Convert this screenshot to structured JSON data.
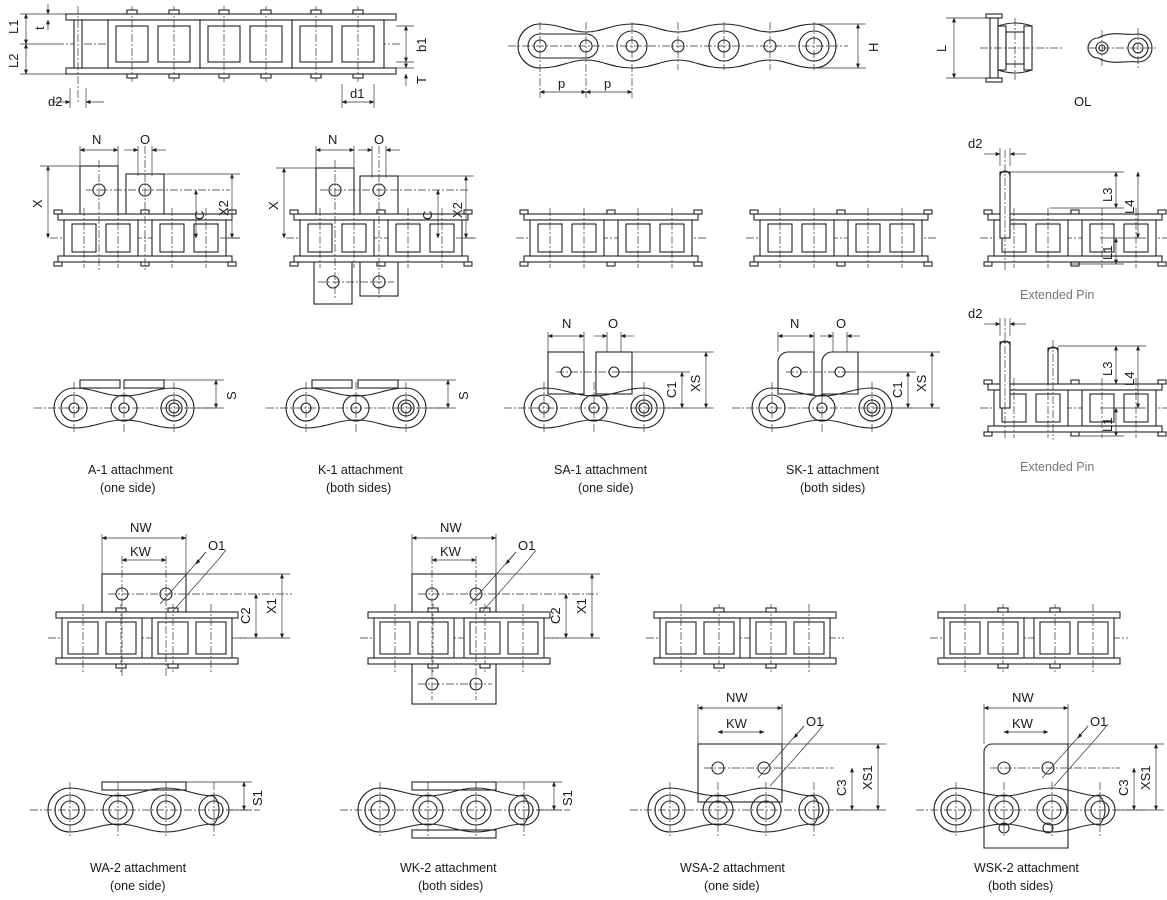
{
  "dims": {
    "L1": "L1",
    "L2": "L2",
    "t": "t",
    "b1": "b1",
    "T": "T",
    "d2": "d2",
    "d1": "d1",
    "p": "p",
    "H": "H",
    "L": "L",
    "OL": "OL",
    "N": "N",
    "O": "O",
    "X": "X",
    "C": "C",
    "X2": "X2",
    "S": "S",
    "C1": "C1",
    "XS": "XS",
    "L3": "L3",
    "L4": "L4",
    "NW": "NW",
    "KW": "KW",
    "O1": "O1",
    "C2": "C2",
    "X1": "X1",
    "S1": "S1",
    "C3": "C3",
    "XS1": "XS1"
  },
  "captions": {
    "a1_name": "A-1 attachment",
    "a1_side": "(one side)",
    "k1_name": "K-1 attachment",
    "k1_side": "(both sides)",
    "sa1_name": "SA-1 attachment",
    "sa1_side": "(one side)",
    "sk1_name": "SK-1 attachment",
    "sk1_side": "(both sides)",
    "ext_pin_1": "Extended Pin",
    "ext_pin_2": "Extended Pin",
    "wa2_name": "WA-2 attachment",
    "wa2_side": "(one side)",
    "wk2_name": "WK-2 attachment",
    "wk2_side": "(both sides)",
    "wsa2_name": "WSA-2 attachment",
    "wsa2_side": "(one side)",
    "wsk2_name": "WSK-2 attachment",
    "wsk2_side": "(both sides)"
  },
  "colors": {
    "line": "#222222",
    "caption_gray": "#777777"
  }
}
